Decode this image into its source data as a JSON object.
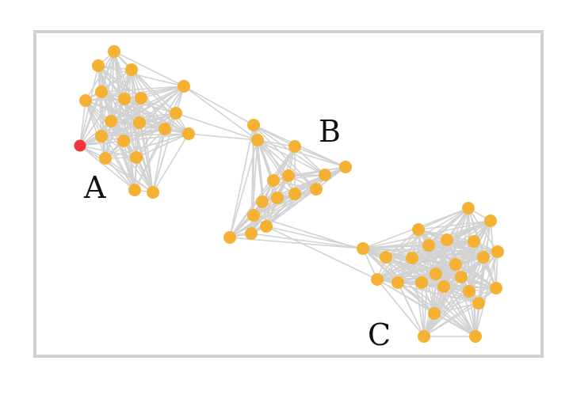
{
  "colors": {
    "node": "#f5b134",
    "highlight_node": "#f2343c",
    "edge": "#d2d2d2",
    "frame": "#cfcfcf"
  },
  "clusters": [
    {
      "id": "A",
      "label": "A"
    },
    {
      "id": "B",
      "label": "B"
    },
    {
      "id": "C",
      "label": "C"
    }
  ],
  "highlighted_node_cluster": "A"
}
